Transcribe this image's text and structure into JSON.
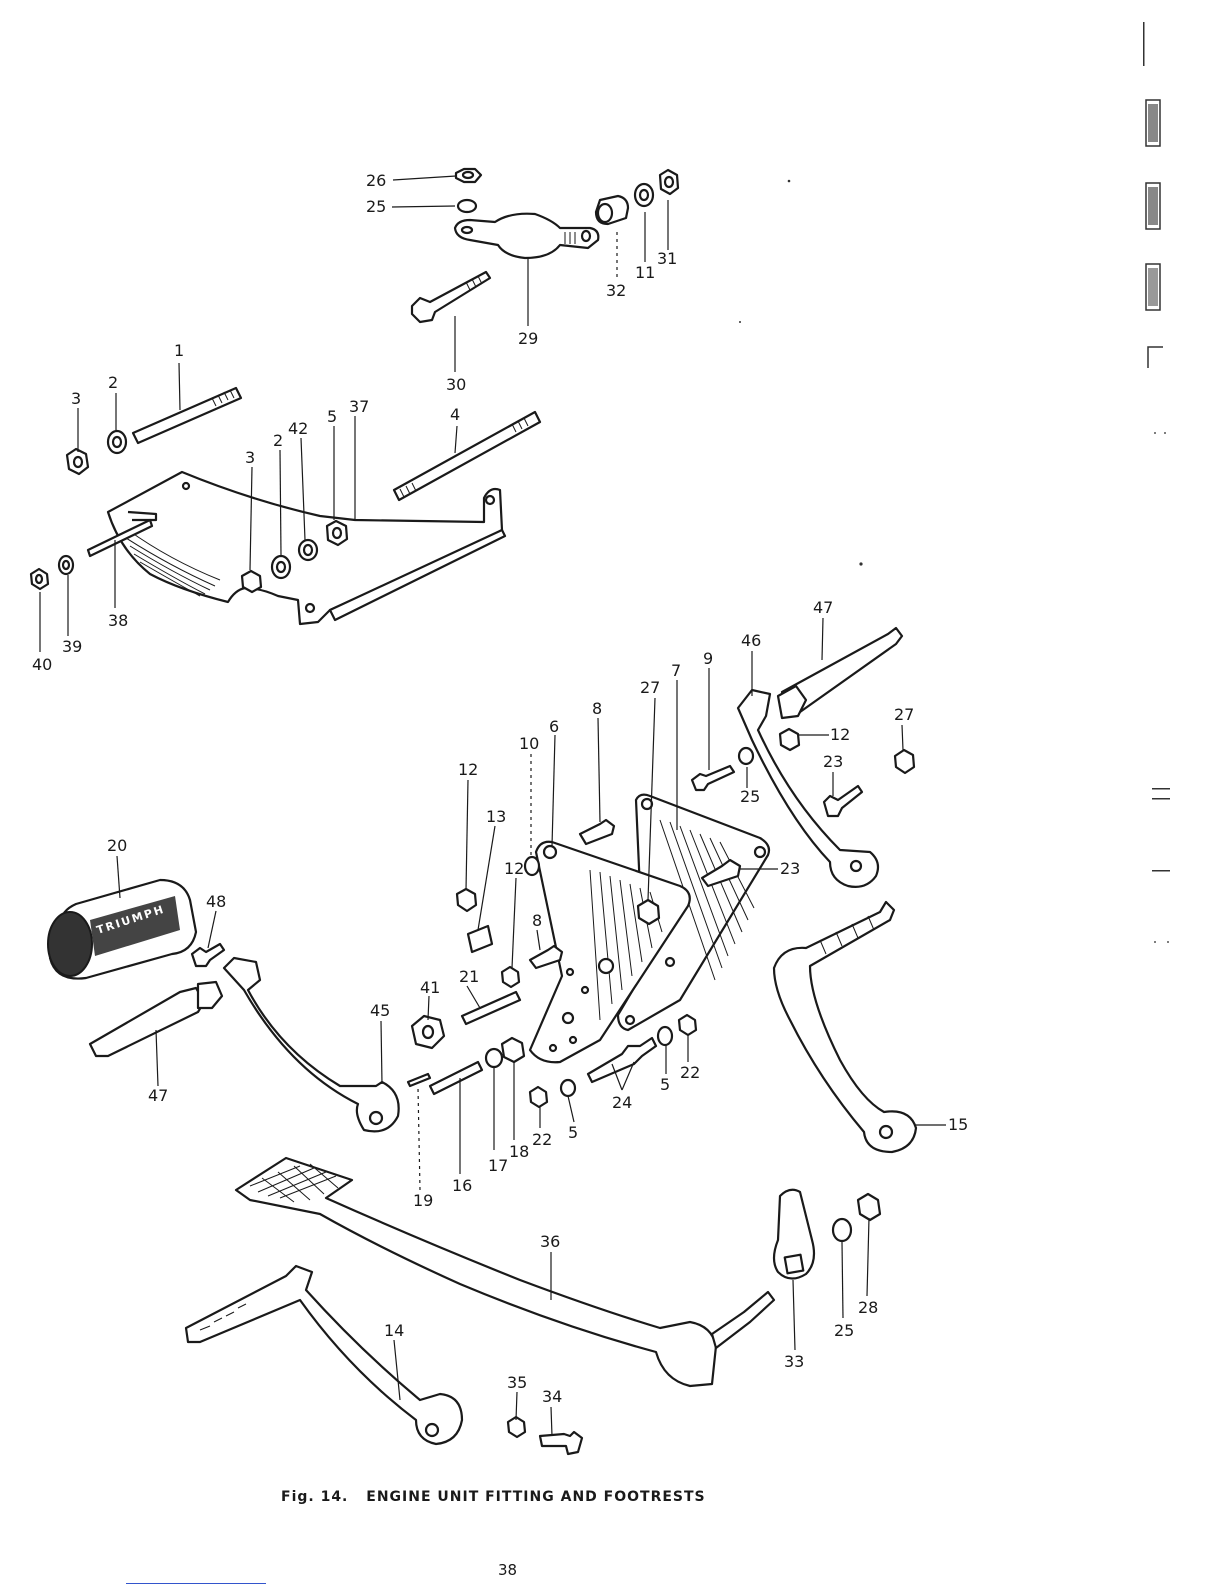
{
  "figure": {
    "number_label": "Fig. 14.",
    "title": "ENGINE UNIT FITTING AND FOOTRESTS"
  },
  "page_number": "38",
  "brand_marking": "TRIUMPH",
  "callouts": [
    "26",
    "25",
    "31",
    "11",
    "32",
    "29",
    "30",
    "1",
    "2",
    "3",
    "42",
    "2",
    "5",
    "37",
    "4",
    "3",
    "40",
    "39",
    "38",
    "47",
    "46",
    "9",
    "7",
    "27",
    "27",
    "8",
    "6",
    "10",
    "12",
    "12",
    "23",
    "25",
    "23",
    "13",
    "12",
    "20",
    "48",
    "8",
    "41",
    "21",
    "45",
    "47",
    "16",
    "17",
    "18",
    "22",
    "5",
    "24",
    "5",
    "22",
    "19",
    "15",
    "36",
    "33",
    "28",
    "25",
    "14",
    "35",
    "34"
  ]
}
